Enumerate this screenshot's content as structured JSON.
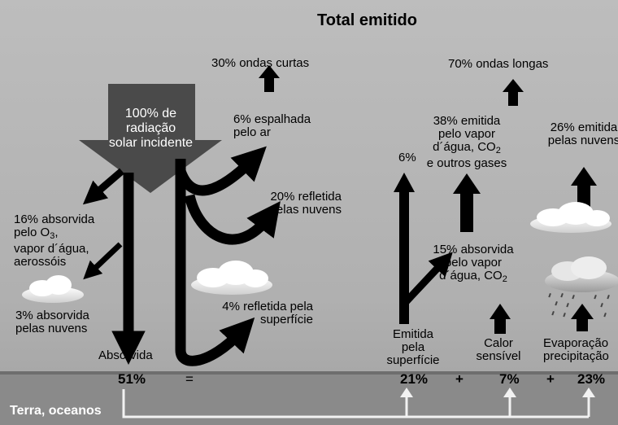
{
  "title": "Total emitido",
  "shortwave": {
    "total": "30% ondas curtas",
    "incident": "100% de\nradiação\nsolar incidente",
    "scattered_air": "6% espalhada\npelo ar",
    "reflected_clouds": "20% refletida\npelas nuvens",
    "absorbed_o3_prefix": "16% absorvida\npelo O",
    "absorbed_o3_sub": "3",
    "absorbed_o3_suffix": ",\nvapor d´água,\naerossóis",
    "absorbed_clouds": "3% absorvida\npelas nuvens",
    "reflected_surface": "4% refletida pela\nsuperfície",
    "absorbed": "Absorvida",
    "absorbed_pct": "51%"
  },
  "longwave": {
    "total": "70% ondas longas",
    "six_pct": "6%",
    "emitted_vapor_prefix": "38% emitida\npelo vapor\nd´água, CO",
    "emitted_vapor_sub": "2",
    "emitted_vapor_suffix": "\ne outros gases",
    "emitted_clouds": "26% emitida\npelas nuvens",
    "absorbed_vapor_prefix": "15% absorvida\npelo vapor\nd´água, CO",
    "absorbed_vapor_sub": "2",
    "emitted_surface": "Emitida\npela\nsuperfície",
    "sensible_heat": "Calor\nsensível",
    "evaporation": "Evaporação\nprecipitação"
  },
  "ground": {
    "label": "Terra, oceanos",
    "equals": "=",
    "plus1": "+",
    "plus2": "+",
    "pct_surface": "21%",
    "pct_sensible": "7%",
    "pct_evaporation": "23%"
  },
  "colors": {
    "arrow": "#000000",
    "incident_arrow": "#4a4a4a",
    "ground": "#8a8a8a",
    "bracket": "#f2f2f2"
  }
}
